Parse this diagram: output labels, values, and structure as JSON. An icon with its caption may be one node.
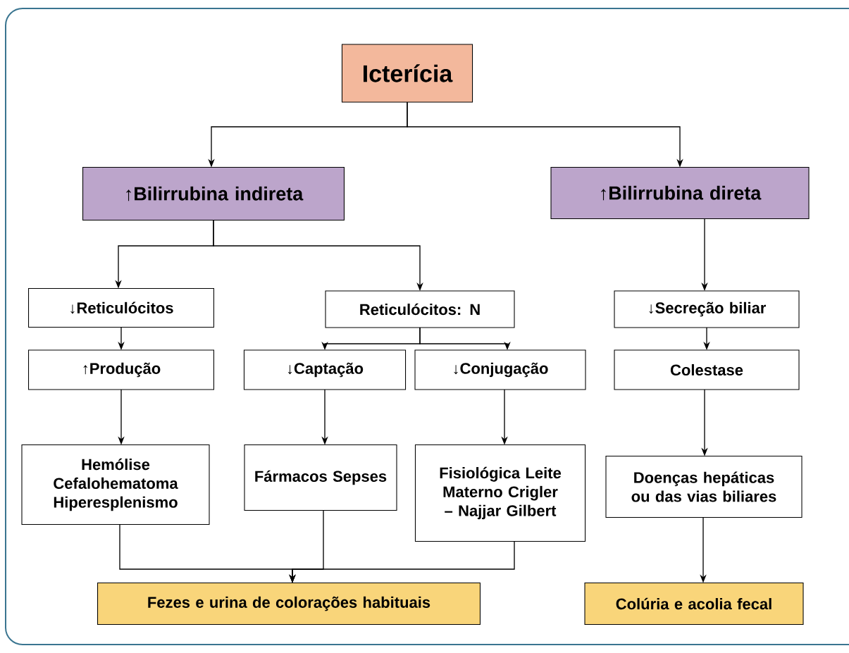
{
  "diagram": {
    "nodes": [
      {
        "text": [
          "Icterícia"
        ]
      },
      {
        "text": [
          "↑Bilirrubina indireta"
        ]
      },
      {
        "text": [
          "↑Bilirrubina direta"
        ]
      },
      {
        "text": [
          "↓Reticulócitos"
        ]
      },
      {
        "text": [
          "Reticulócitos: N"
        ]
      },
      {
        "text": [
          "↓Secreção biliar"
        ]
      },
      {
        "text": [
          "↑Produção"
        ]
      },
      {
        "text": [
          "↓Captação"
        ]
      },
      {
        "text": [
          "↓Conjugação"
        ]
      },
      {
        "text": [
          "Colestase"
        ]
      },
      {
        "text": [
          "Hemólise Cefalohematoma Hiperesplenismo"
        ]
      },
      {
        "text": [
          "Fármacos Sepses"
        ]
      },
      {
        "text": [
          "Fisiológica Leite Materno Crigler – Najjar Gilbert"
        ]
      },
      {
        "text": [
          "Doenças hepáticas ou das vias biliares"
        ]
      },
      {
        "text": [
          "Fezes e urina de colorações habituais"
        ]
      },
      {
        "text": [
          "Colúria e acolia fecal"
        ]
      }
    ],
    "edges": [
      {
        "from": 0,
        "to": 1,
        "arrow": "to"
      },
      {
        "from": 0,
        "to": 2,
        "arrow": "to"
      },
      {
        "from": 1,
        "to": 3,
        "arrow": "to"
      },
      {
        "from": 1,
        "to": 4,
        "arrow": "to"
      },
      {
        "from": 2,
        "to": 5,
        "arrow": "to"
      },
      {
        "from": 3,
        "to": 6,
        "arrow": "to"
      },
      {
        "from": 4,
        "to": 7,
        "arrow": "to"
      },
      {
        "from": 4,
        "to": 8,
        "arrow": "to"
      },
      {
        "from": 5,
        "to": 9,
        "arrow": "to"
      },
      {
        "from": 6,
        "to": 10,
        "arrow": "to"
      },
      {
        "from": 7,
        "to": 11,
        "arrow": "to"
      },
      {
        "from": 8,
        "to": 12,
        "arrow": "to"
      },
      {
        "from": 9,
        "to": 13,
        "arrow": "to"
      },
      {
        "from": 10,
        "to": 14,
        "arrow": "to"
      },
      {
        "from": 11,
        "to": 14,
        "arrow": "to"
      },
      {
        "from": 12,
        "to": 14,
        "arrow": "to"
      },
      {
        "from": 13,
        "to": 15,
        "arrow": "to"
      }
    ]
  }
}
